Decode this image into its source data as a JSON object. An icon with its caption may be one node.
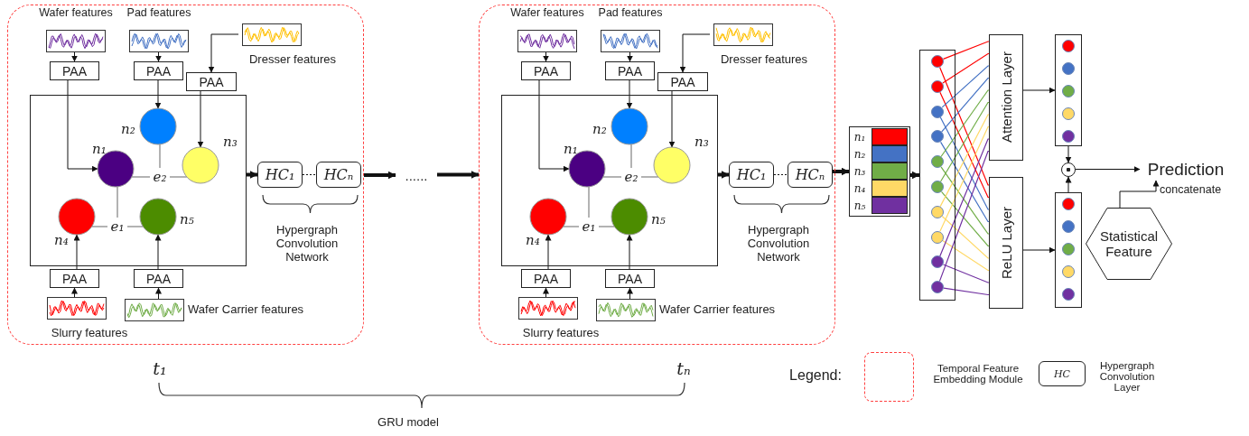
{
  "diagram": {
    "nodes": [
      {
        "text": [],
        "shape": "box"
      },
      {
        "text": [
          "Wafer features"
        ],
        "in": 0
      },
      {
        "text": [
          "Pad features"
        ],
        "in": 0
      },
      {
        "text": [
          "Dresser features"
        ],
        "in": 0
      },
      {
        "text": [
          "PAA"
        ],
        "in": 0
      },
      {
        "text": [
          "PAA"
        ],
        "in": 0
      },
      {
        "text": [
          "PAA"
        ],
        "in": 0
      },
      {
        "text": [],
        "shape": "box",
        "in": 0
      },
      {
        "text": [],
        "shape": "circle",
        "beside": [
          "n₁"
        ],
        "in": 7
      },
      {
        "text": [],
        "shape": "circle",
        "beside": [
          "n₂"
        ],
        "in": 7
      },
      {
        "text": [],
        "shape": "circle",
        "beside": [
          "n₃"
        ],
        "in": 7
      },
      {
        "text": [],
        "shape": "circle",
        "beside": [
          "n₄"
        ],
        "in": 7
      },
      {
        "text": [],
        "shape": "circle",
        "beside": [
          "n₅"
        ],
        "in": 7
      },
      {
        "text": [
          "e₁"
        ],
        "in": 7
      },
      {
        "text": [
          "e₂"
        ],
        "in": 7
      },
      {
        "text": [
          "PAA"
        ],
        "in": 0
      },
      {
        "text": [
          "PAA"
        ],
        "in": 0
      },
      {
        "text": [
          "Slurry features"
        ],
        "in": 0
      },
      {
        "text": [
          "Wafer Carrier features"
        ],
        "in": 0
      },
      {
        "text": [
          "HC₁"
        ],
        "in": 0
      },
      {
        "text": [
          "HCₙ"
        ],
        "in": 0
      },
      {
        "text": [
          "......"
        ]
      },
      {
        "text": [],
        "shape": "box"
      },
      {
        "text": [
          "Wafer features"
        ],
        "in": 22
      },
      {
        "text": [
          "Pad features"
        ],
        "in": 22
      },
      {
        "text": [
          "Dresser features"
        ],
        "in": 22
      },
      {
        "text": [
          "PAA"
        ],
        "in": 22
      },
      {
        "text": [
          "PAA"
        ],
        "in": 22
      },
      {
        "text": [
          "PAA"
        ],
        "in": 22
      },
      {
        "text": [],
        "shape": "box",
        "in": 22
      },
      {
        "text": [],
        "shape": "circle",
        "beside": [
          "n₁"
        ],
        "in": 29
      },
      {
        "text": [],
        "shape": "circle",
        "beside": [
          "n₂"
        ],
        "in": 29
      },
      {
        "text": [],
        "shape": "circle",
        "beside": [
          "n₃"
        ],
        "in": 29
      },
      {
        "text": [],
        "shape": "circle",
        "beside": [
          "n₄"
        ],
        "in": 29
      },
      {
        "text": [],
        "shape": "circle",
        "beside": [
          "n₅"
        ],
        "in": 29
      },
      {
        "text": [
          "e₁"
        ],
        "in": 29
      },
      {
        "text": [
          "e₂"
        ],
        "in": 29
      },
      {
        "text": [
          "PAA"
        ],
        "in": 22
      },
      {
        "text": [
          "PAA"
        ],
        "in": 22
      },
      {
        "text": [
          "Slurry features"
        ],
        "in": 22
      },
      {
        "text": [
          "Wafer Carrier features"
        ],
        "in": 22
      },
      {
        "text": [
          "HC₁"
        ],
        "in": 22
      },
      {
        "text": [
          "HCₙ"
        ],
        "in": 22
      },
      {
        "text": [],
        "shape": "box"
      },
      {
        "text": [],
        "shape": "bar",
        "beside": [
          "n₁"
        ],
        "in": 43
      },
      {
        "text": [],
        "shape": "bar",
        "beside": [
          "n₂"
        ],
        "in": 43
      },
      {
        "text": [],
        "shape": "bar",
        "beside": [
          "n₃"
        ],
        "in": 43
      },
      {
        "text": [],
        "shape": "bar",
        "beside": [
          "n₄"
        ],
        "in": 43
      },
      {
        "text": [],
        "shape": "bar",
        "beside": [
          "n₅"
        ],
        "in": 43
      },
      {
        "text": [],
        "shape": "box"
      },
      {
        "text": [],
        "shape": "circle",
        "in": 49
      },
      {
        "text": [],
        "shape": "circle",
        "in": 49
      },
      {
        "text": [],
        "shape": "circle",
        "in": 49
      },
      {
        "text": [],
        "shape": "circle",
        "in": 49
      },
      {
        "text": [],
        "shape": "circle",
        "in": 49
      },
      {
        "text": [],
        "shape": "circle",
        "in": 49
      },
      {
        "text": [],
        "shape": "circle",
        "in": 49
      },
      {
        "text": [],
        "shape": "circle",
        "in": 49
      },
      {
        "text": [],
        "shape": "circle",
        "in": 49
      },
      {
        "text": [],
        "shape": "circle",
        "in": 49
      },
      {
        "text": [
          "Attention Layer"
        ]
      },
      {
        "text": [
          "ReLU Layer"
        ]
      },
      {
        "text": [],
        "shape": "box"
      },
      {
        "text": [],
        "shape": "circle",
        "in": 62
      },
      {
        "text": [],
        "shape": "circle",
        "in": 62
      },
      {
        "text": [],
        "shape": "circle",
        "in": 62
      },
      {
        "text": [],
        "shape": "circle",
        "in": 62
      },
      {
        "text": [],
        "shape": "circle",
        "in": 62
      },
      {
        "text": [],
        "shape": "box"
      },
      {
        "text": [],
        "shape": "circle",
        "in": 68
      },
      {
        "text": [],
        "shape": "circle",
        "in": 68
      },
      {
        "text": [],
        "shape": "circle",
        "in": 68
      },
      {
        "text": [],
        "shape": "circle",
        "in": 68
      },
      {
        "text": [],
        "shape": "circle",
        "in": 68
      },
      {
        "text": [],
        "shape": "circle"
      },
      {
        "text": [
          "Prediction"
        ]
      },
      {
        "text": [
          "Statistical Feature"
        ]
      },
      {
        "text": [
          "HC"
        ]
      }
    ],
    "edges": [
      {
        "from": 1,
        "to": 4,
        "arrow": "to"
      },
      {
        "from": 2,
        "to": 5,
        "arrow": "to"
      },
      {
        "from": 3,
        "to": 6,
        "arrow": "to"
      },
      {
        "from": 4,
        "to": 8,
        "arrow": "to"
      },
      {
        "from": 5,
        "to": 9,
        "arrow": "to"
      },
      {
        "from": 6,
        "to": 10,
        "arrow": "to"
      },
      {
        "from": 8,
        "to": 14,
        "arrow": "none",
        "color": "#808080"
      },
      {
        "from": 9,
        "to": 14,
        "arrow": "none",
        "color": "#808080"
      },
      {
        "from": 10,
        "to": 14,
        "arrow": "none",
        "color": "#808080"
      },
      {
        "from": 8,
        "to": 13,
        "arrow": "none",
        "color": "#808080"
      },
      {
        "from": 11,
        "to": 13,
        "arrow": "none",
        "color": "#808080"
      },
      {
        "from": 12,
        "to": 13,
        "arrow": "none",
        "color": "#808080"
      },
      {
        "from": 17,
        "to": 15,
        "arrow": "to"
      },
      {
        "from": 18,
        "to": 16,
        "arrow": "to"
      },
      {
        "from": 15,
        "to": 11,
        "arrow": "to"
      },
      {
        "from": 16,
        "to": 12,
        "arrow": "to"
      },
      {
        "from": 7,
        "to": 19,
        "arrow": "to",
        "style": "thick"
      },
      {
        "from": 19,
        "to": 20,
        "arrow": "none",
        "style": "dashed"
      },
      {
        "from": 0,
        "to": 21,
        "arrow": "to",
        "style": "thick"
      },
      {
        "from": 21,
        "to": 22,
        "arrow": "to",
        "style": "thick"
      },
      {
        "from": 23,
        "to": 26,
        "arrow": "to"
      },
      {
        "from": 24,
        "to": 27,
        "arrow": "to"
      },
      {
        "from": 25,
        "to": 28,
        "arrow": "to"
      },
      {
        "from": 26,
        "to": 30,
        "arrow": "to"
      },
      {
        "from": 27,
        "to": 31,
        "arrow": "to"
      },
      {
        "from": 28,
        "to": 32,
        "arrow": "to"
      },
      {
        "from": 30,
        "to": 36,
        "arrow": "none",
        "color": "#808080"
      },
      {
        "from": 31,
        "to": 36,
        "arrow": "none",
        "color": "#808080"
      },
      {
        "from": 32,
        "to": 36,
        "arrow": "none",
        "color": "#808080"
      },
      {
        "from": 30,
        "to": 35,
        "arrow": "none",
        "color": "#808080"
      },
      {
        "from": 33,
        "to": 35,
        "arrow": "none",
        "color": "#808080"
      },
      {
        "from": 34,
        "to": 35,
        "arrow": "none",
        "color": "#808080"
      },
      {
        "from": 39,
        "to": 37,
        "arrow": "to"
      },
      {
        "from": 40,
        "to": 38,
        "arrow": "to"
      },
      {
        "from": 37,
        "to": 33,
        "arrow": "to"
      },
      {
        "from": 38,
        "to": 34,
        "arrow": "to"
      },
      {
        "from": 29,
        "to": 41,
        "arrow": "to",
        "style": "thick"
      },
      {
        "from": 41,
        "to": 42,
        "arrow": "none",
        "style": "dashed"
      },
      {
        "from": 42,
        "to": 43,
        "arrow": "to",
        "style": "thick"
      },
      {
        "from": 43,
        "to": 49,
        "arrow": "to",
        "style": "thick"
      },
      {
        "from": 50,
        "to": 60,
        "arrow": "none",
        "color": "#ff0000"
      },
      {
        "from": 50,
        "to": 61,
        "arrow": "none",
        "color": "#ff0000"
      },
      {
        "from": 51,
        "to": 60,
        "arrow": "none",
        "color": "#ff0000"
      },
      {
        "from": 51,
        "to": 61,
        "arrow": "none",
        "color": "#ff0000"
      },
      {
        "from": 52,
        "to": 60,
        "arrow": "none",
        "color": "#4472c4"
      },
      {
        "from": 52,
        "to": 61,
        "arrow": "none",
        "color": "#4472c4"
      },
      {
        "from": 53,
        "to": 60,
        "arrow": "none",
        "color": "#4472c4"
      },
      {
        "from": 53,
        "to": 61,
        "arrow": "none",
        "color": "#4472c4"
      },
      {
        "from": 54,
        "to": 60,
        "arrow": "none",
        "color": "#70ad47"
      },
      {
        "from": 54,
        "to": 61,
        "arrow": "none",
        "color": "#70ad47"
      },
      {
        "from": 55,
        "to": 60,
        "arrow": "none",
        "color": "#70ad47"
      },
      {
        "from": 55,
        "to": 61,
        "arrow": "none",
        "color": "#70ad47"
      },
      {
        "from": 56,
        "to": 60,
        "arrow": "none",
        "color": "#ffd966"
      },
      {
        "from": 56,
        "to": 61,
        "arrow": "none",
        "color": "#ffd966"
      },
      {
        "from": 57,
        "to": 60,
        "arrow": "none",
        "color": "#ffd966"
      },
      {
        "from": 57,
        "to": 61,
        "arrow": "none",
        "color": "#ffd966"
      },
      {
        "from": 58,
        "to": 60,
        "arrow": "none",
        "color": "#7030a0"
      },
      {
        "from": 58,
        "to": 61,
        "arrow": "none",
        "color": "#7030a0"
      },
      {
        "from": 59,
        "to": 60,
        "arrow": "none",
        "color": "#7030a0"
      },
      {
        "from": 59,
        "to": 61,
        "arrow": "none",
        "color": "#7030a0"
      },
      {
        "from": 60,
        "to": 62,
        "arrow": "to"
      },
      {
        "from": 61,
        "to": 68,
        "arrow": "to"
      },
      {
        "from": 62,
        "to": 74,
        "arrow": "to"
      },
      {
        "from": 68,
        "to": 74,
        "arrow": "to"
      },
      {
        "from": 74,
        "to": 75,
        "arrow": "to"
      },
      {
        "from": 76,
        "to": 75,
        "arrow": "to",
        "label": "concatenate"
      }
    ],
    "labels": [
      "Hypergraph Convolution Network",
      "Hypergraph Convolution Network",
      "t₁",
      "tₙ",
      "GRU model",
      "Legend:"
    ],
    "legend": [
      {
        "text": "Temporal Feature Embedding Module"
      },
      {
        "text": "Hypergraph Convolution Layer"
      }
    ]
  }
}
